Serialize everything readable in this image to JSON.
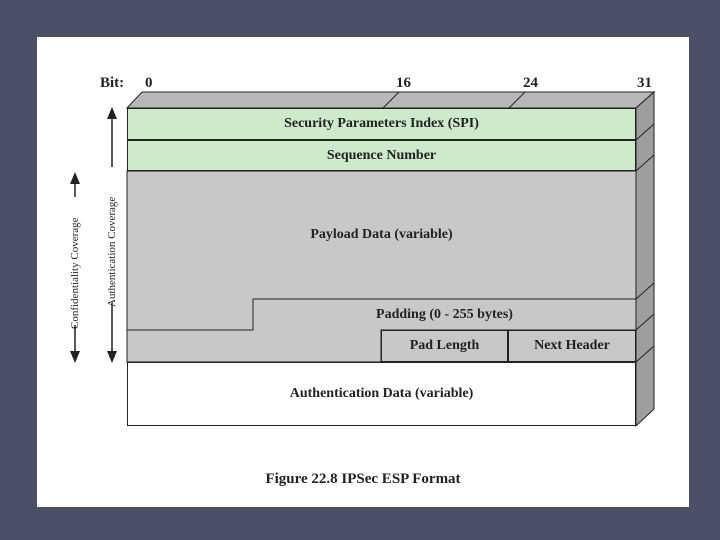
{
  "diagram": {
    "bit_prefix": "Bit:",
    "bit_positions": [
      "0",
      "16",
      "24",
      "31"
    ],
    "fields": {
      "spi": "Security Parameters Index (SPI)",
      "seq": "Sequence Number",
      "payload": "Payload Data (variable)",
      "padding": "Padding (0 - 255 bytes)",
      "pad_length": "Pad Length",
      "next_header": "Next Header",
      "auth_data": "Authentication Data (variable)"
    },
    "coverage": {
      "confidentiality": "Confidentiality Coverage",
      "authentication": "Authentication Coverage"
    },
    "colors": {
      "header_fields": "#cfe9cc",
      "encrypted_fields": "#c8c8c8",
      "auth_field": "#ffffff"
    }
  },
  "caption": "Figure 22.8  IPSec ESP Format"
}
